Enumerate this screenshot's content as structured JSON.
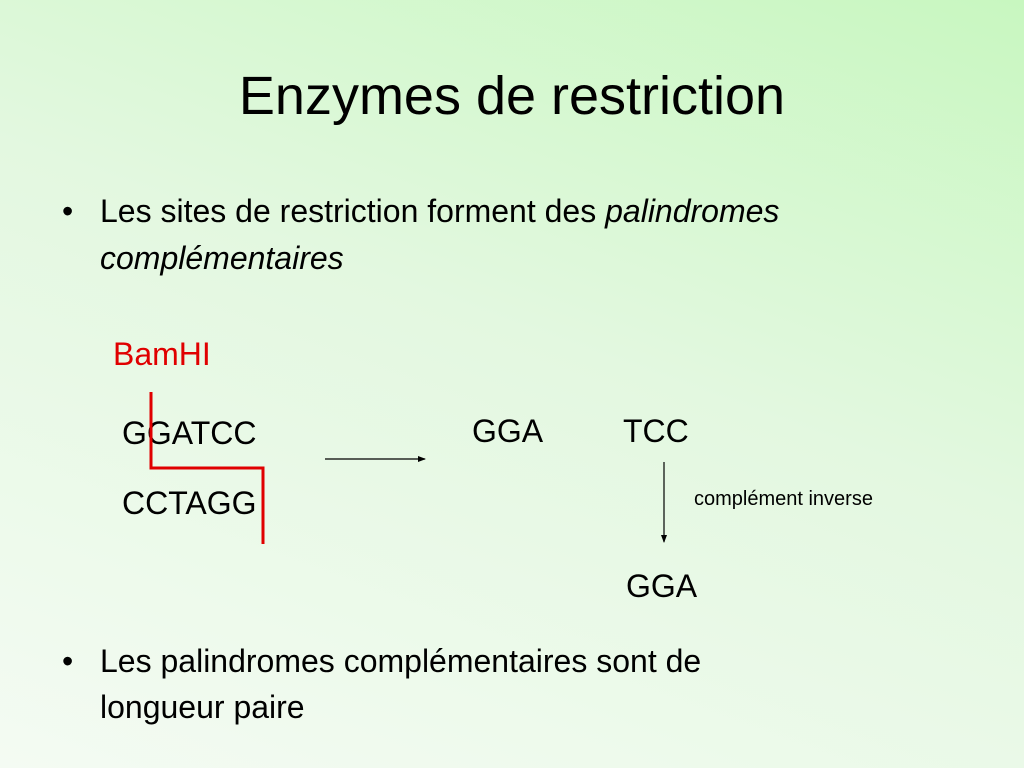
{
  "title": "Enzymes de restriction",
  "bullets": [
    {
      "text_plain": "Les sites de restriction forment des ",
      "text_italic_1": "palindromes",
      "text_italic_2": "complémentaires"
    },
    {
      "line1": "Les palindromes complémentaires sont de",
      "line2": "longueur paire"
    }
  ],
  "bullet_symbol": "•",
  "enzyme_name": "BamHI",
  "top_strand": "GGATCC",
  "bottom_strand": "CCTAGG",
  "fragment_left": "GGA",
  "fragment_right": "TCC",
  "reverse_complement_label": "complément inverse",
  "reverse_complement_result": "GGA",
  "colors": {
    "enzyme": "#e00000",
    "cut_line": "#e00000",
    "text": "#000000"
  }
}
